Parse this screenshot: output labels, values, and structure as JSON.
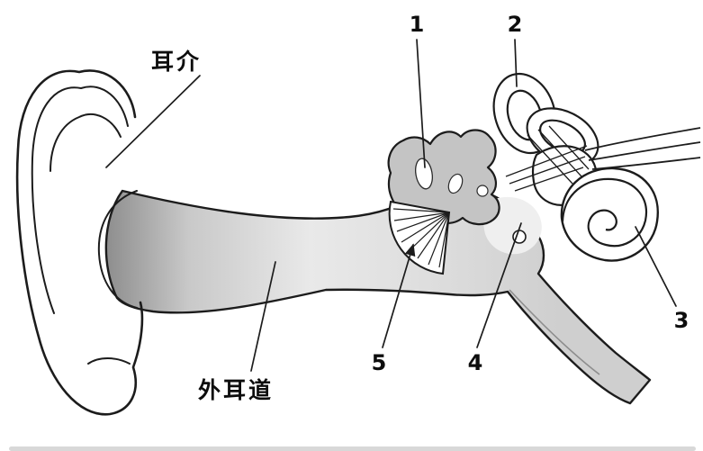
{
  "diagram": {
    "subject": "ear anatomy",
    "labels": {
      "auricle": "耳介",
      "ear_canal": "外耳道",
      "marker1": "1",
      "marker2": "2",
      "marker3": "3",
      "marker4": "4",
      "marker5": "5"
    },
    "colors": {
      "outline": "#1c1c1c",
      "shading_dark": "#949494",
      "shading_light": "#e9e9e9"
    }
  }
}
